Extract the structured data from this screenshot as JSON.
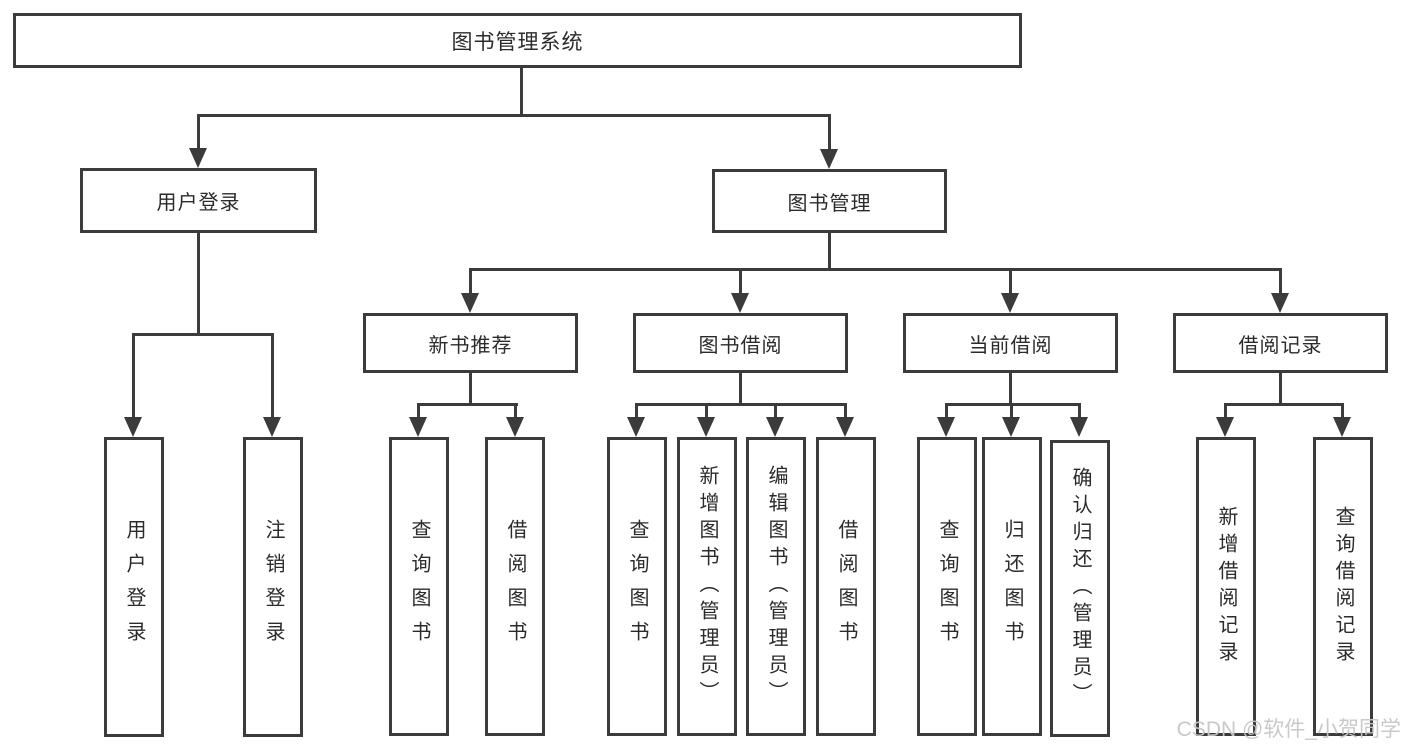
{
  "nodes": {
    "root": "图书管理系统",
    "user_login": "用户登录",
    "book_mgmt": "图书管理",
    "new_book_rec": "新书推荐",
    "book_borrow": "图书借阅",
    "current_borrow": "当前借阅",
    "borrow_record": "借阅记录",
    "ul_login": "用户登录",
    "ul_logout": "注销登录",
    "nb_query": "查询图书",
    "nb_borrow": "借阅图书",
    "bb_query": "查询图书",
    "bb_add": "新增图书（管理员）",
    "bb_edit": "编辑图书（管理员）",
    "bb_borrow": "借阅图书",
    "cb_query": "查询图书",
    "cb_return": "归还图书",
    "cb_confirm": "确认归还（管理员）",
    "br_add": "新增借阅记录",
    "br_query": "查询借阅记录"
  },
  "watermark": {
    "text": "CSDN @软件_小贺同学"
  },
  "colors": {
    "line": "#3b3b3b",
    "text": "#2b2b2b",
    "background": "#ffffff",
    "watermark": "#c6c6c6"
  }
}
